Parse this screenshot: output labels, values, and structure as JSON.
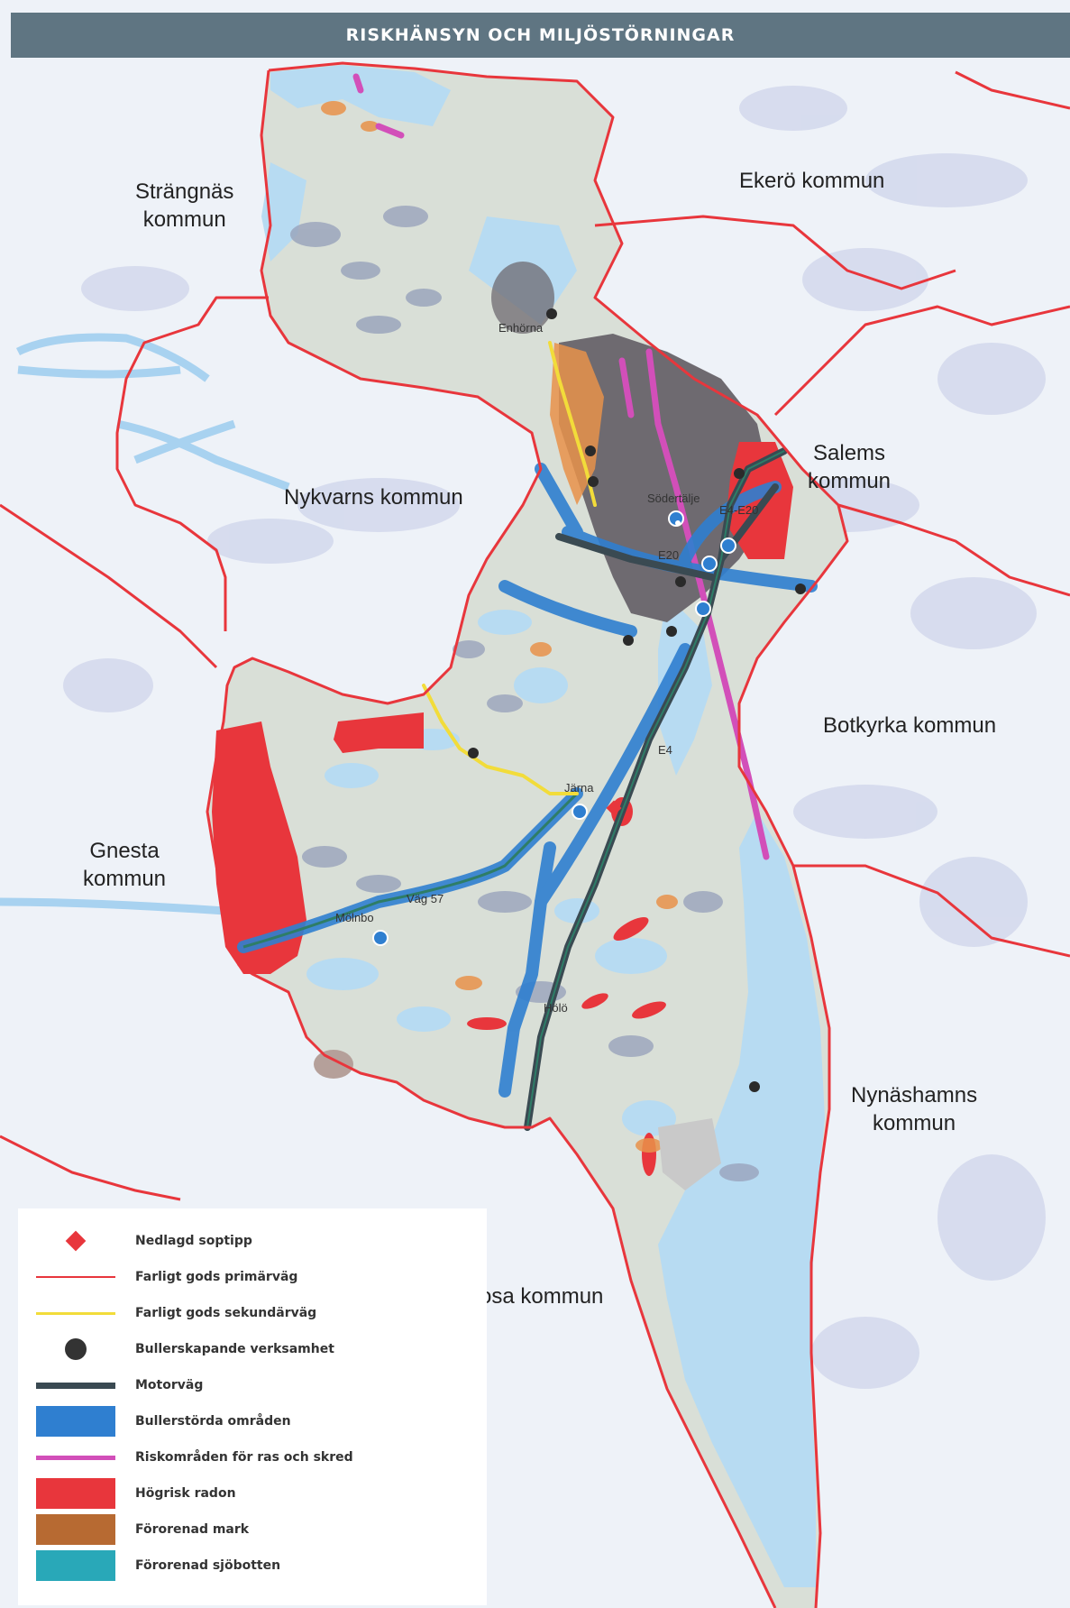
{
  "header": {
    "title": "RISKHÄNSYN OCH MILJÖSTÖRNINGAR"
  },
  "regions": {
    "strangnas": [
      "Strängnäs",
      "kommun"
    ],
    "ekero": "Ekerö kommun",
    "salem": [
      "Salems",
      "kommun"
    ],
    "nykvarn": "Nykvarns kommun",
    "botkyrka": "Botkyrka kommun",
    "gnesta": [
      "Gnesta",
      "kommun"
    ],
    "nynashamn": [
      "Nynäshamns",
      "kommun"
    ],
    "trosa": "osa kommun"
  },
  "places": {
    "enhorna": "Enhörna",
    "sodertalje": "Södertälje",
    "jarna": "Järna",
    "molnbo": "Mölnbo",
    "holo": "Hölö",
    "e4": "E4",
    "e20": "E20",
    "e4e20": "E4-E20",
    "vag57": "Väg 57"
  },
  "colors": {
    "red": "#e8363c",
    "yellow": "#f2dc3a",
    "motorway": "#3a4a52",
    "noise": "#2f7fd0",
    "landslide": "#d24fb9",
    "contaminated": "#b76a32",
    "sediment": "#29a8b8",
    "water": "#b9dcf1",
    "land": "#d6ddd6",
    "urban": "#6f6c72"
  },
  "legend": [
    {
      "label": "Nedlagd soptipp",
      "symbol": "red-diamond"
    },
    {
      "label": "Farligt gods primärväg",
      "symbol": "red-line"
    },
    {
      "label": "Farligt gods sekundärväg",
      "symbol": "yellow-line"
    },
    {
      "label": "Bullerskapande verksamhet",
      "symbol": "black-dot"
    },
    {
      "label": "Motorväg",
      "symbol": "gray-thick-line"
    },
    {
      "label": "Bullerstörda områden",
      "symbol": "blue-box"
    },
    {
      "label": "Riskområden för ras och skred",
      "symbol": "magenta-line"
    },
    {
      "label": "Högrisk radon",
      "symbol": "red-box"
    },
    {
      "label": "Förorenad mark",
      "symbol": "brown-box"
    },
    {
      "label": "Förorenad sjöbotten",
      "symbol": "teal-box"
    }
  ]
}
